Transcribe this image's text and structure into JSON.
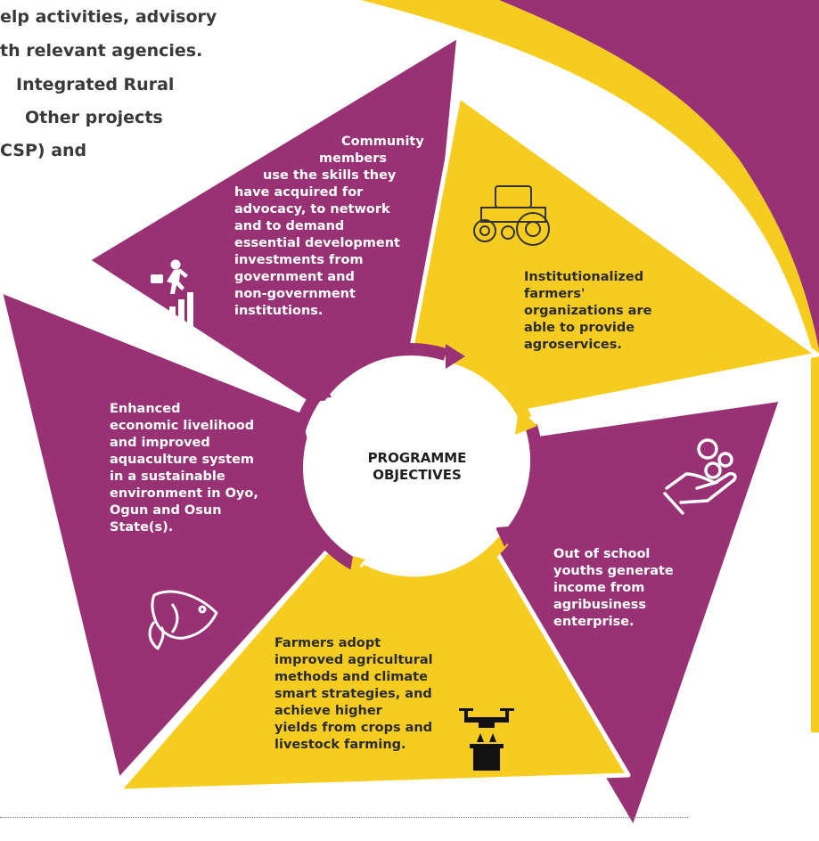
{
  "intro_lines": [
    "elp activities, advisory",
    "th relevant agencies.",
    "Integrated Rural",
    "Other projects",
    "CSP) and"
  ],
  "colors": {
    "purple": "#983275",
    "yellow": "#F5CC1F",
    "white": "#ffffff",
    "text_dark": "#2b2b2b"
  },
  "center": {
    "line1": "PROGRAMME",
    "line2": "OBJECTIVES"
  },
  "objectives": [
    {
      "id": "community",
      "color": "purple",
      "icon": "career-growth-icon",
      "lines": [
        "Community",
        "members",
        "use the skills they",
        "have acquired for",
        "advocacy, to network",
        "and to demand",
        "essential development",
        "investments from",
        "government and",
        "non-government",
        "institutions."
      ]
    },
    {
      "id": "farmers-orgs",
      "color": "yellow",
      "icon": "tractor-icon",
      "lines": [
        "Institutionalized",
        "farmers'",
        "organizations are",
        "able to provide",
        "agroservices."
      ]
    },
    {
      "id": "youths",
      "color": "purple",
      "icon": "hand-coins-icon",
      "lines": [
        "Out of school",
        "youths generate",
        "income from",
        "agribusiness",
        "enterprise."
      ]
    },
    {
      "id": "farmers-adopt",
      "color": "yellow",
      "icon": "drone-icon",
      "lines": [
        "Farmers adopt",
        "improved agricultural",
        "methods and climate",
        "smart strategies, and",
        "achieve higher",
        "yields from crops and",
        "livestock farming."
      ]
    },
    {
      "id": "aquaculture",
      "color": "purple",
      "icon": "fish-icon",
      "lines": [
        "Enhanced",
        "economic livelihood",
        "and improved",
        "aquaculture system",
        "in a sustainable",
        "environment in Oyo,",
        "Ogun and Osun",
        "State(s)."
      ]
    }
  ]
}
